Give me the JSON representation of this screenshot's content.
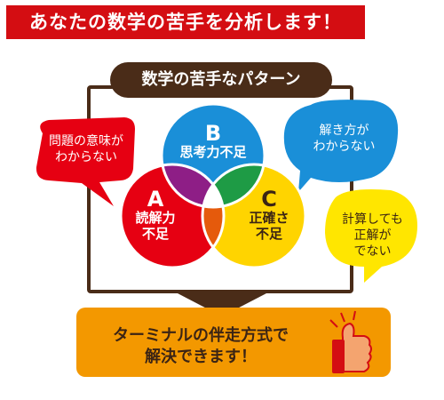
{
  "title": "あなたの数学の苦手を分析します！",
  "frame_title": "数学の苦手なパターン",
  "circles": {
    "a": {
      "letter": "A",
      "line1": "読解力",
      "line2": "不足",
      "color": "#e60012"
    },
    "b": {
      "letter": "B",
      "line1": "思考力不足",
      "color": "#1a8fd8"
    },
    "c": {
      "letter": "C",
      "line1": "正確さ",
      "line2": "不足",
      "color": "#ffd400"
    }
  },
  "bubbles": {
    "red": {
      "line1": "問題の意味が",
      "line2": "わからない",
      "color": "#e60012"
    },
    "blue": {
      "line1": "解き方が",
      "line2": "わからない",
      "color": "#1a8fd8"
    },
    "yellow": {
      "line1": "計算しても",
      "line2": "正解が",
      "line3": "でない",
      "color": "#ffe600"
    }
  },
  "result": {
    "line1": "ターミナルの伴走方式で",
    "line2": "解決できます！"
  },
  "icons": {
    "thumbs": "thumbs-up-icon"
  }
}
